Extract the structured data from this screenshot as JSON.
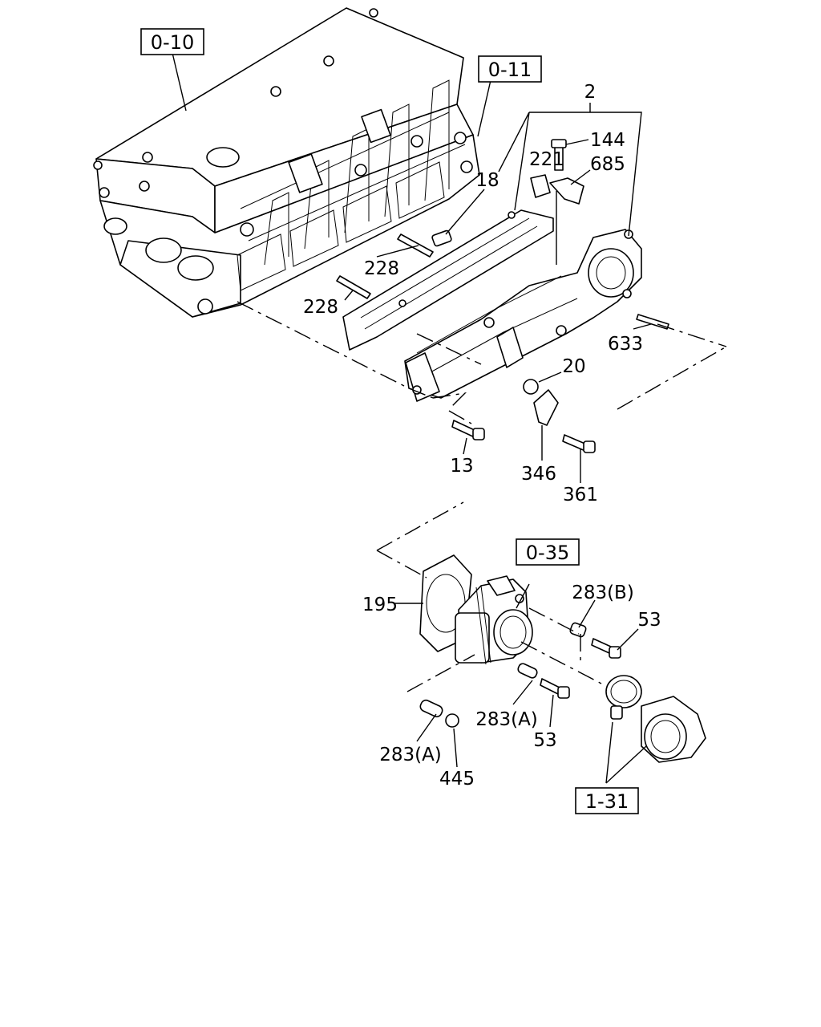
{
  "references": {
    "r_0_10": "0-10",
    "r_0_11": "0-11",
    "r_0_35": "0-35",
    "r_1_31": "1-31"
  },
  "parts": {
    "p2": "2",
    "p144": "144",
    "p685": "685",
    "p221": "221",
    "p18": "18",
    "p228a": "228",
    "p228b": "228",
    "p633": "633",
    "p20": "20",
    "p13": "13",
    "p346": "346",
    "p361": "361",
    "p195": "195",
    "p283b": "283(B)",
    "p53a": "53",
    "p283a1": "283(A)",
    "p53b": "53",
    "p283a2": "283(A)",
    "p445": "445"
  }
}
